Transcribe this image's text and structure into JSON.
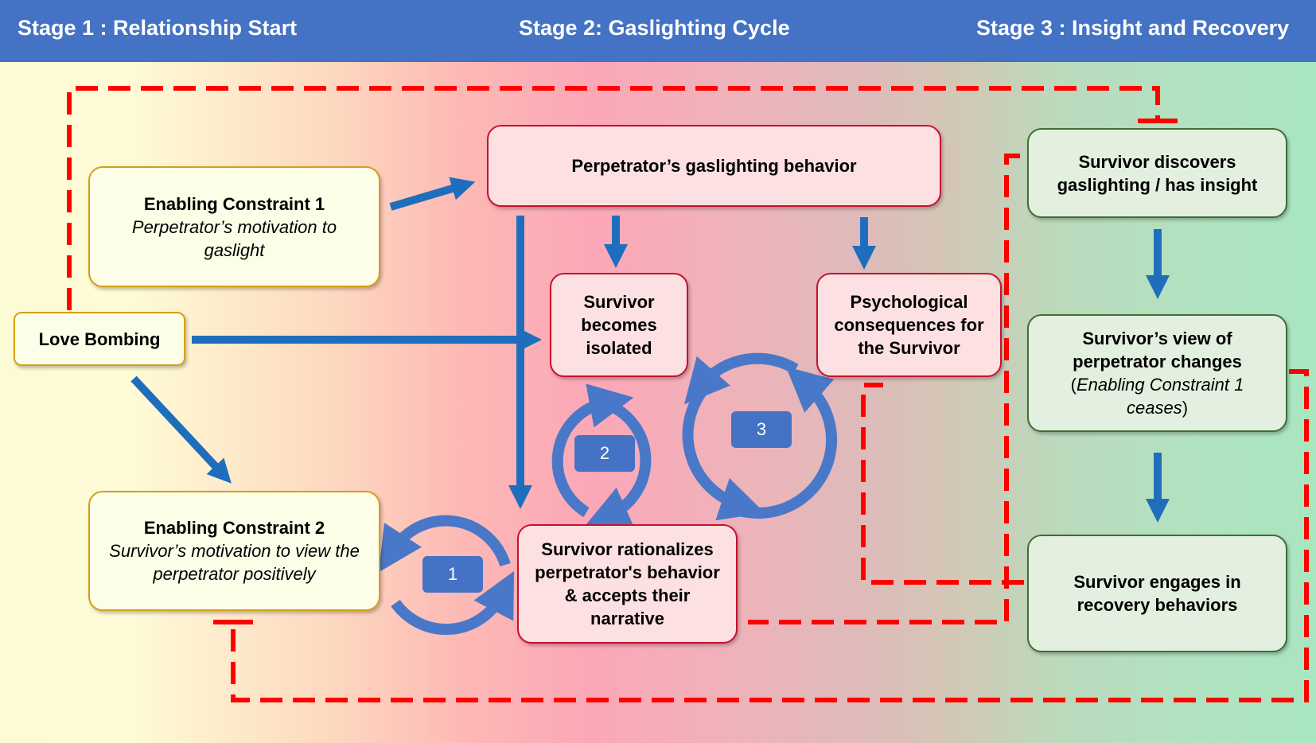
{
  "header": {
    "stage1": "Stage 1 : Relationship Start",
    "stage2": "Stage 2: Gaslighting Cycle",
    "stage3": "Stage 3 : Insight and Recovery"
  },
  "nodes": {
    "enabling1": {
      "title": "Enabling Constraint 1",
      "subtitle": "Perpetrator’s motivation to gaslight"
    },
    "love_bombing": "Love Bombing",
    "enabling2": {
      "title": "Enabling Constraint 2",
      "subtitle": "Survivor’s motivation to view the perpetrator positively"
    },
    "gaslighting_behavior": "Perpetrator’s gaslighting behavior",
    "isolated": "Survivor becomes isolated",
    "psych": "Psychological consequences for the Survivor",
    "rationalizes": "Survivor rationalizes perpetrator's behavior & accepts their narrative",
    "discovers": "Survivor discovers gaslighting / has insight",
    "view_changes": {
      "title": "Survivor’s view of perpetrator changes",
      "paren_open": "(",
      "italic": "Enabling Constraint 1 ceases",
      "paren_close": ")"
    },
    "recovery": "Survivor engages in recovery behaviors"
  },
  "cycles": [
    "1",
    "2",
    "3"
  ],
  "colors": {
    "header": "#4472c4",
    "arrow": "#1f6ebd",
    "cycle": "#4a78c8",
    "dashed": "#ff0000"
  }
}
